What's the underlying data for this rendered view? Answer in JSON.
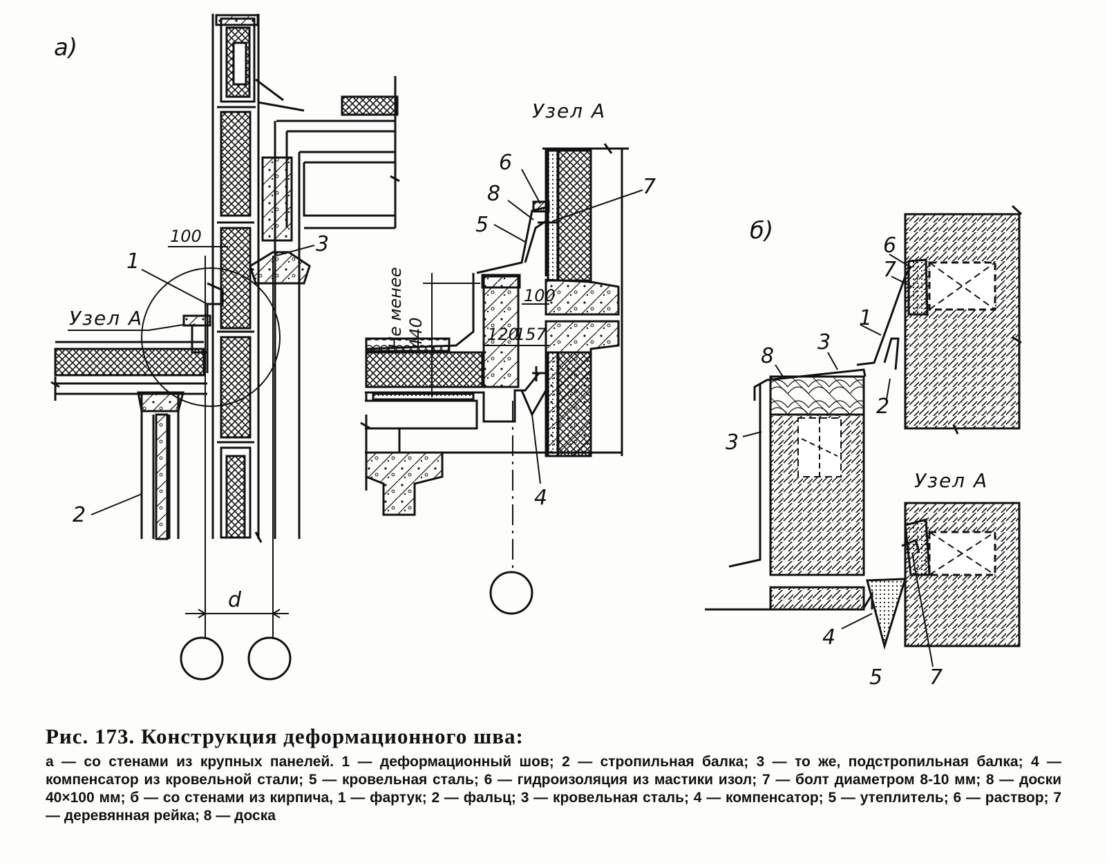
{
  "figure": {
    "panel_a": "а)",
    "panel_b": "б)",
    "node_title_a": "Узел А",
    "node_title_b": "Узел А",
    "node_label_on_a": "Узел А",
    "dims": {
      "d100_a": "100",
      "d": "d",
      "not_less": "Не менее",
      "d440": "440",
      "d100_node": "100",
      "d120": "120",
      "d157": "157"
    },
    "callouts_a": {
      "c1": "1",
      "c2": "2",
      "c3": "3"
    },
    "callouts_node_a": {
      "c4": "4",
      "c5": "5",
      "c6": "6",
      "c7": "7",
      "c8": "8"
    },
    "callouts_b": {
      "c1": "1",
      "c2": "2",
      "c3a": "3",
      "c3b": "3",
      "c4": "4",
      "c5": "5",
      "c6": "6",
      "c7a": "7",
      "c7b": "7",
      "c8": "8"
    }
  },
  "caption": {
    "title": "Рис. 173. Конструкция деформационного шва:",
    "text": "а — со стенами из крупных панелей. 1 — деформационный шов; 2 — стропильная балка; 3 — то же, подстропильная балка; 4 — компенсатор из кровельной стали; 5 — кровельная сталь; 6 — гидроизоляция из мастики изол; 7 — болт диаметром 8-10 мм; 8 — доски 40×100 мм; б — со стенами из кирпича, 1 — фартук; 2 — фальц; 3 — кровельная сталь; 4 — компенсатор; 5 — утеплитель; 6 — раствор; 7 — деревянная рейка; 8 — доска"
  }
}
